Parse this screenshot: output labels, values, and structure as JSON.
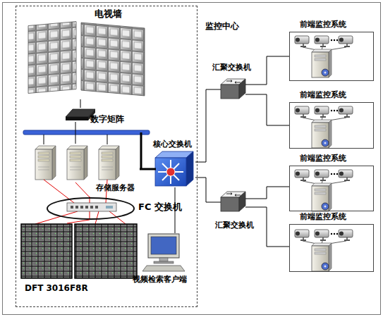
{
  "diagram": {
    "nodes": [
      {
        "text": [
          "监控中心"
        ]
      },
      {
        "text": [
          "电视墙"
        ],
        "in": 0
      },
      {
        "text": [
          "数字矩阵"
        ],
        "in": 0
      },
      {
        "text": [
          "存储服务器"
        ],
        "in": 0
      },
      {
        "text": [
          "FC 交换机"
        ],
        "in": 0
      },
      {
        "text": [
          "DFT 3016F8R"
        ],
        "in": 0
      },
      {
        "text": [
          "核心交换机"
        ],
        "in": 0
      },
      {
        "text": [
          "视频检索客户端"
        ],
        "in": 0
      },
      {
        "text": [
          "汇聚交换机"
        ]
      },
      {
        "text": [
          "汇聚交换机"
        ]
      },
      {
        "text": [
          "前端监控系统"
        ]
      },
      {
        "text": [
          "前端监控系统"
        ]
      },
      {
        "text": [
          "前端监控系统"
        ]
      },
      {
        "text": [
          "前端监控系统"
        ]
      }
    ],
    "edges": [
      {
        "from": 1,
        "to": 2,
        "arrow": "none"
      },
      {
        "from": 2,
        "to": 3,
        "arrow": "none"
      },
      {
        "from": 3,
        "to": 4,
        "arrow": "none"
      },
      {
        "from": 4,
        "to": 5,
        "arrow": "none"
      },
      {
        "from": 3,
        "to": 6,
        "arrow": "none"
      },
      {
        "from": 6,
        "to": 7,
        "arrow": "none"
      },
      {
        "from": 6,
        "to": 8,
        "arrow": "none"
      },
      {
        "from": 6,
        "to": 9,
        "arrow": "none"
      },
      {
        "from": 8,
        "to": 10,
        "arrow": "none"
      },
      {
        "from": 8,
        "to": 11,
        "arrow": "none"
      },
      {
        "from": 9,
        "to": 12,
        "arrow": "none"
      },
      {
        "from": 9,
        "to": 13,
        "arrow": "none"
      }
    ]
  }
}
